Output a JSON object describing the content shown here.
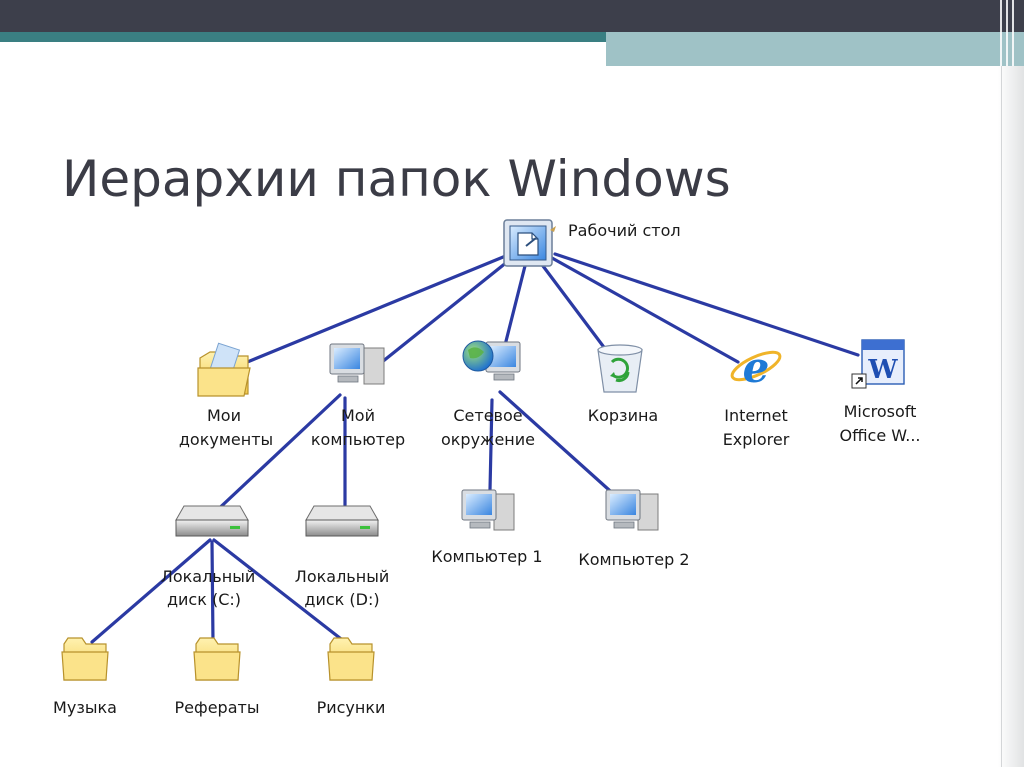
{
  "slide": {
    "title": "Иерархии папок Windows",
    "colors": {
      "header_dark": "#3d3f4b",
      "header_teal": "#3a7f82",
      "header_light": "#9fc2c6",
      "connector": "#2b3aa3",
      "folder": "#f6d66a"
    }
  },
  "diagram": {
    "nodes": {
      "desktop": {
        "icon": "desktop-icon",
        "label": "Рабочий стол"
      },
      "my_documents": {
        "icon": "folder-documents-icon",
        "label_1": "Мои",
        "label_2": "документы"
      },
      "my_computer": {
        "icon": "computer-icon",
        "label_1": "Мой",
        "label_2": "компьютер"
      },
      "network": {
        "icon": "network-globe-icon",
        "label_1": "Сетевое",
        "label_2": "окружение"
      },
      "recycle_bin": {
        "icon": "recycle-bin-icon",
        "label": "Корзина"
      },
      "internet_explorer": {
        "icon": "internet-explorer-icon",
        "label_1": "Internet",
        "label_2": "Explorer"
      },
      "ms_word": {
        "icon": "word-shortcut-icon",
        "label_1": "Microsoft",
        "label_2": "Office W..."
      },
      "disk_c": {
        "icon": "hard-drive-icon",
        "label_1": "Локальный",
        "label_2": "диск (C:)"
      },
      "disk_d": {
        "icon": "hard-drive-icon",
        "label_1": "Локальный",
        "label_2": "диск (D:)"
      },
      "computer_1": {
        "icon": "computer-icon",
        "label": "Компьютер 1"
      },
      "computer_2": {
        "icon": "computer-icon",
        "label": "Компьютер 2"
      },
      "music": {
        "icon": "folder-icon",
        "label": "Музыка"
      },
      "essays": {
        "icon": "folder-icon",
        "label": "Рефераты"
      },
      "pictures": {
        "icon": "folder-icon",
        "label": "Рисунки"
      }
    }
  }
}
